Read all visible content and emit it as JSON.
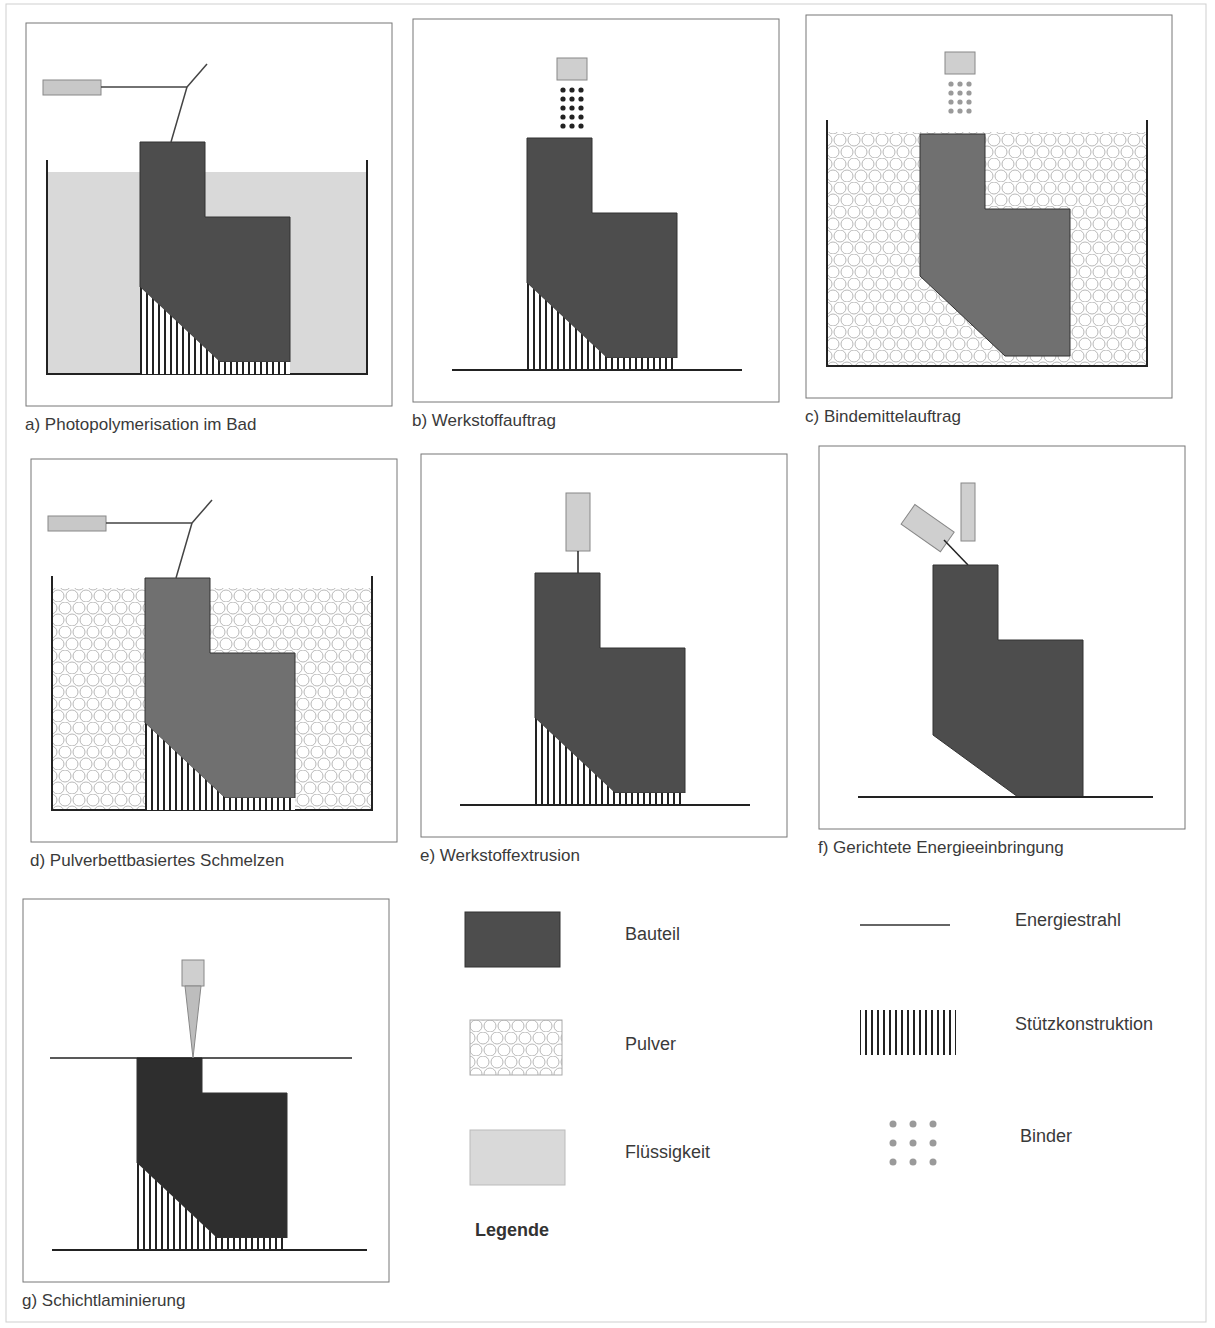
{
  "diagram": {
    "nodes": [
      {
        "text": [
          "a) Photopolymerisation im Bad"
        ]
      },
      {
        "text": [
          "b) Werkstoffauftrag"
        ]
      },
      {
        "text": [
          "c) Bindemittelauftrag"
        ]
      },
      {
        "text": [
          "d) Pulverbettbasiertes Schmelzen"
        ]
      },
      {
        "text": [
          "e) Werkstoffextrusion"
        ]
      },
      {
        "text": [
          "f) Gerichtete Energieeinbringung"
        ]
      },
      {
        "text": [
          "g) Schichtlaminierung"
        ]
      }
    ],
    "labels": [
      "Legende"
    ],
    "legend": [
      {
        "text": "Bauteil",
        "color": "#4d4d4d"
      },
      {
        "text": "Pulver"
      },
      {
        "text": "Flüssigkeit",
        "color": "#d9d9d9"
      },
      {
        "text": "Energiestrahl"
      },
      {
        "text": "Stützkonstruktion"
      },
      {
        "text": "Binder"
      }
    ]
  }
}
